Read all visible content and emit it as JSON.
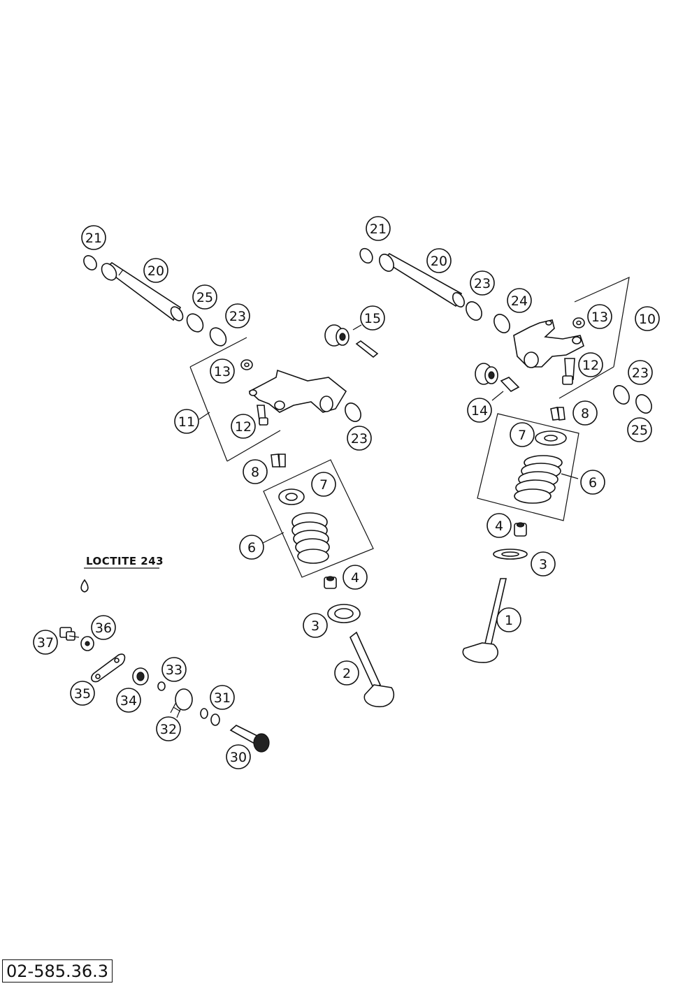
{
  "note": {
    "text": "LOCTITE 243"
  },
  "drawing_number": "02-585.36.3",
  "callouts": [
    {
      "id": "c-21-left",
      "label": "21"
    },
    {
      "id": "c-20-left",
      "label": "20"
    },
    {
      "id": "c-25-left",
      "label": "25"
    },
    {
      "id": "c-23-left-top",
      "label": "23"
    },
    {
      "id": "c-13-left",
      "label": "13"
    },
    {
      "id": "c-11",
      "label": "11"
    },
    {
      "id": "c-12-left",
      "label": "12"
    },
    {
      "id": "c-23-left-mid",
      "label": "23"
    },
    {
      "id": "c-15",
      "label": "15"
    },
    {
      "id": "c-8-left",
      "label": "8"
    },
    {
      "id": "c-7-left",
      "label": "7"
    },
    {
      "id": "c-6-left",
      "label": "6"
    },
    {
      "id": "c-4-left",
      "label": "4"
    },
    {
      "id": "c-3-left",
      "label": "3"
    },
    {
      "id": "c-2",
      "label": "2"
    },
    {
      "id": "c-21-right",
      "label": "21"
    },
    {
      "id": "c-20-right",
      "label": "20"
    },
    {
      "id": "c-23-right-top",
      "label": "23"
    },
    {
      "id": "c-24",
      "label": "24"
    },
    {
      "id": "c-13-right",
      "label": "13"
    },
    {
      "id": "c-10",
      "label": "10"
    },
    {
      "id": "c-12-right",
      "label": "12"
    },
    {
      "id": "c-14",
      "label": "14"
    },
    {
      "id": "c-23-right-side",
      "label": "23"
    },
    {
      "id": "c-25-right",
      "label": "25"
    },
    {
      "id": "c-8-right",
      "label": "8"
    },
    {
      "id": "c-7-right",
      "label": "7"
    },
    {
      "id": "c-6-right",
      "label": "6"
    },
    {
      "id": "c-4-right",
      "label": "4"
    },
    {
      "id": "c-3-right",
      "label": "3"
    },
    {
      "id": "c-1",
      "label": "1"
    },
    {
      "id": "c-37",
      "label": "37"
    },
    {
      "id": "c-36",
      "label": "36"
    },
    {
      "id": "c-35",
      "label": "35"
    },
    {
      "id": "c-34",
      "label": "34"
    },
    {
      "id": "c-33",
      "label": "33"
    },
    {
      "id": "c-31",
      "label": "31"
    },
    {
      "id": "c-32",
      "label": "32"
    },
    {
      "id": "c-30",
      "label": "30"
    }
  ]
}
